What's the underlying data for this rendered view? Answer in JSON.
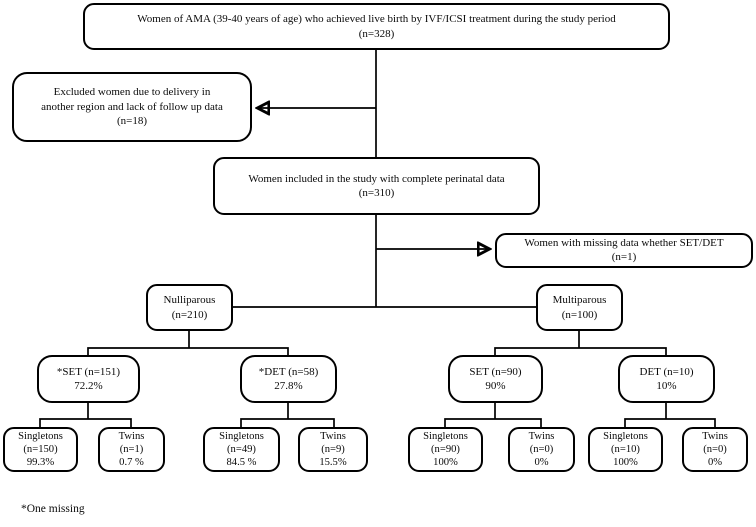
{
  "figure": {
    "footnote": "*One missing",
    "colors": {
      "ink": "#000000",
      "background": "#ffffff"
    },
    "boxes": {
      "population": {
        "line1": "Women of AMA (39-40 years of age) who achieved live birth by IVF/ICSI treatment during the study period",
        "line2": "(n=328)"
      },
      "excluded": {
        "line1": "Excluded women due to delivery in",
        "line2": "another region and lack of follow up data",
        "line3": "(n=18)"
      },
      "included": {
        "line1": "Women included in the study with complete perinatal data",
        "line2": "(n=310)"
      },
      "missing": {
        "line1": "Women with missing data whether SET/DET",
        "line2": "(n=1)"
      },
      "nulliparous": {
        "line1": "Nulliparous",
        "line2": "(n=210)"
      },
      "multiparous": {
        "line1": "Multiparous",
        "line2": "(n=100)"
      },
      "set_nulliparous": {
        "line1": "*SET (n=151)",
        "line2": "72.2%"
      },
      "det_nulliparous": {
        "line1": "*DET (n=58)",
        "line2": "27.8%"
      },
      "set_multiparous": {
        "line1": "SET (n=90)",
        "line2": "90%"
      },
      "det_multiparous": {
        "line1": "DET (n=10)",
        "line2": "10%"
      },
      "singletons_set_nulliparous": {
        "line1": "Singletons",
        "line2": "(n=150)",
        "line3": "99.3%"
      },
      "twins_set_nulliparous": {
        "line1": "Twins",
        "line2": "(n=1)",
        "line3": "0.7 %"
      },
      "singletons_det_nulliparous": {
        "line1": "Singletons",
        "line2": "(n=49)",
        "line3": "84.5 %"
      },
      "twins_det_nulliparous": {
        "line1": "Twins",
        "line2": "(n=9)",
        "line3": "15.5%"
      },
      "singletons_set_multiparous": {
        "line1": "Singletons",
        "line2": "(n=90)",
        "line3": "100%"
      },
      "twins_set_multiparous": {
        "line1": "Twins",
        "line2": "(n=0)",
        "line3": "0%"
      },
      "singletons_det_multiparous": {
        "line1": "Singletons",
        "line2": "(n=10)",
        "line3": "100%"
      },
      "twins_det_multiparous": {
        "line1": "Twins",
        "line2": "(n=0)",
        "line3": "0%"
      }
    }
  }
}
